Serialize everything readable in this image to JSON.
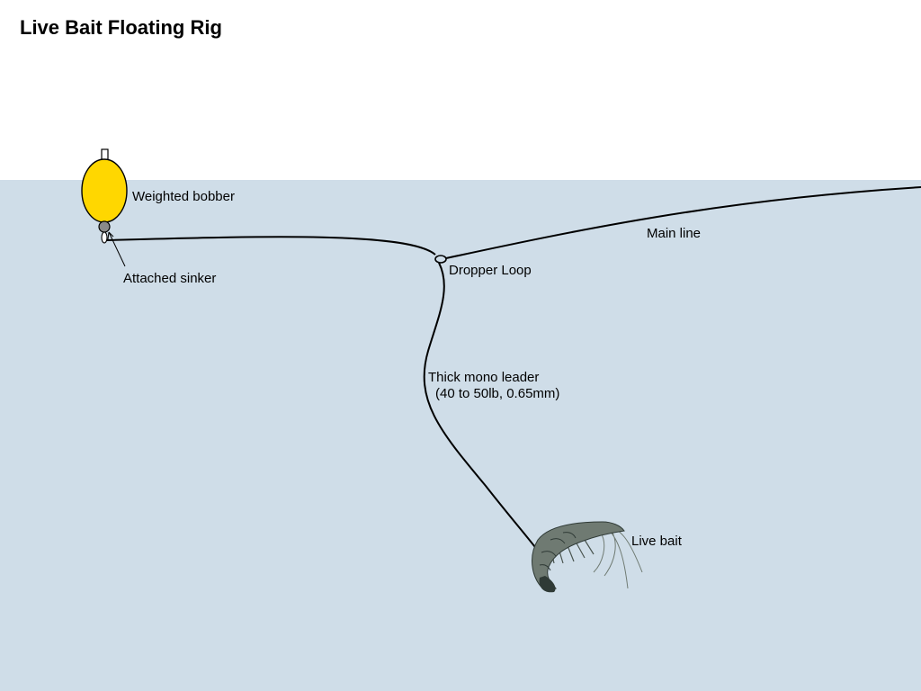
{
  "title": "Live Bait Floating Rig",
  "labels": {
    "weighted_bobber": "Weighted bobber",
    "attached_sinker": "Attached sinker",
    "main_line": "Main line",
    "dropper_loop": "Dropper Loop",
    "leader_line1": "Thick mono leader",
    "leader_line2": "(40 to 50lb, 0.65mm)",
    "live_bait": "Live bait"
  },
  "colors": {
    "sky": "#ffffff",
    "water": "#cfdde8",
    "bobber": "#ffd700",
    "sinker": "#8a8a8a",
    "line": "#000000",
    "shrimp_body": "#6f7a72",
    "shrimp_dark": "#2f3a36"
  }
}
